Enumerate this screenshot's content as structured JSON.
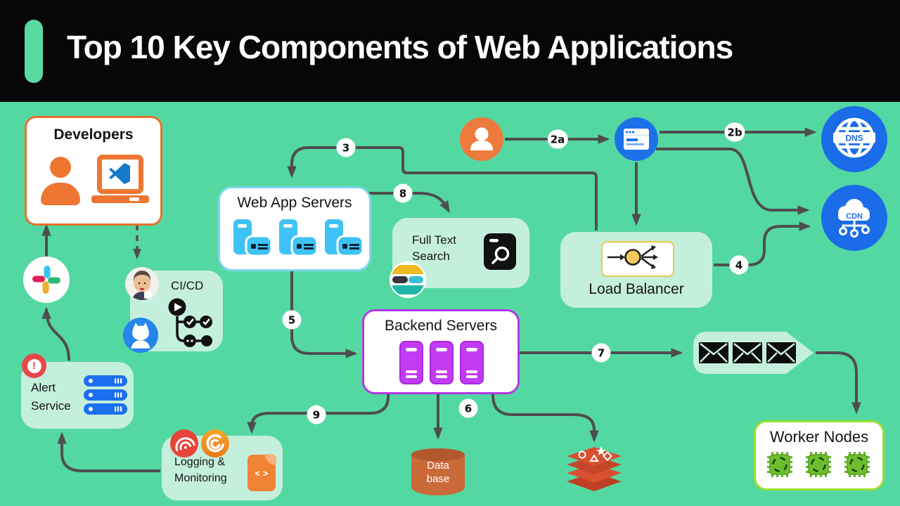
{
  "header": {
    "title": "Top 10 Key Components of Web Applications"
  },
  "colors": {
    "background": "#54d8a1",
    "header_bg": "#070707",
    "accent_green": "#5bd9a2",
    "light_box_green": "#c5efdd",
    "arrow_gray": "#4e4e4e",
    "orange": "#ee7632",
    "web_server_blue": "#3fc2f5",
    "backend_purple": "#c23bf2",
    "icon_circle_blue": "#1a6ce8",
    "alert_red": "#e84848",
    "worker_green": "#9ade2c",
    "database_orange": "#cb6a39",
    "redis_red": "#cf4a2b"
  },
  "nodes": {
    "developers": {
      "title": "Developers"
    },
    "cicd": {
      "title": "CI/CD"
    },
    "web_app_servers": {
      "title": "Web App Servers"
    },
    "full_text_search": {
      "line1": "Full Text",
      "line2": "Search"
    },
    "load_balancer": {
      "title": "Load Balancer"
    },
    "backend_servers": {
      "title": "Backend Servers"
    },
    "alert_service": {
      "line1": "Alert",
      "line2": "Service"
    },
    "logging_monitoring": {
      "line1": "Logging &",
      "line2": "Monitoring"
    },
    "database": {
      "line1": "Data",
      "line2": "base"
    },
    "worker_nodes": {
      "title": "Worker Nodes"
    },
    "dns": {
      "label": "DNS"
    },
    "cdn": {
      "label": "CDN"
    }
  },
  "steps": {
    "s2a": {
      "label": "2a"
    },
    "s2b": {
      "label": "2b"
    },
    "s3": {
      "label": "3"
    },
    "s4": {
      "label": "4"
    },
    "s5": {
      "label": "5"
    },
    "s6": {
      "label": "6"
    },
    "s7": {
      "label": "7"
    },
    "s8": {
      "label": "8"
    },
    "s9": {
      "label": "9"
    }
  },
  "icons": {
    "log_file": {
      "glyph": "< >"
    },
    "names": [
      "person-icon",
      "laptop-icon",
      "vscode-icon",
      "slack-icon",
      "jenkins-icon",
      "github-icon",
      "pipeline-icon",
      "server-icon",
      "elasticsearch-icon",
      "search-doc-icon",
      "load-balancer-icon",
      "user-icon",
      "browser-icon",
      "dns-globe-icon",
      "cdn-cloud-icon",
      "alert-icon",
      "server-stack-icon",
      "sentry-icon",
      "grafana-icon",
      "log-file-icon",
      "database-cylinder",
      "redis-icon",
      "envelope-icon",
      "chip-icon"
    ]
  },
  "connections": [
    {
      "from": "user",
      "to": "browser",
      "label": "2a"
    },
    {
      "from": "browser",
      "to": "dns",
      "label": "2b"
    },
    {
      "from": "browser",
      "to": "load_balancer",
      "label": ""
    },
    {
      "from": "browser",
      "to": "cdn",
      "label": ""
    },
    {
      "from": "load_balancer",
      "to": "web_app_servers",
      "label": "3"
    },
    {
      "from": "load_balancer",
      "to": "cdn",
      "label": "4"
    },
    {
      "from": "web_app_servers",
      "to": "backend_servers",
      "label": "5"
    },
    {
      "from": "web_app_servers",
      "to": "full_text_search",
      "label": "8"
    },
    {
      "from": "backend_servers",
      "to": "database",
      "label": "6"
    },
    {
      "from": "backend_servers",
      "to": "message_queue",
      "label": "7"
    },
    {
      "from": "backend_servers",
      "to": "redis_cache",
      "label": ""
    },
    {
      "from": "backend_servers",
      "to": "logging_monitoring",
      "label": "9"
    },
    {
      "from": "message_queue",
      "to": "worker_nodes",
      "label": ""
    },
    {
      "from": "logging_monitoring",
      "to": "alert_service",
      "label": ""
    },
    {
      "from": "alert_service",
      "to": "slack",
      "label": ""
    },
    {
      "from": "slack",
      "to": "developers",
      "label": ""
    },
    {
      "from": "developers",
      "to": "cicd",
      "label": "",
      "style": "dashed"
    }
  ]
}
